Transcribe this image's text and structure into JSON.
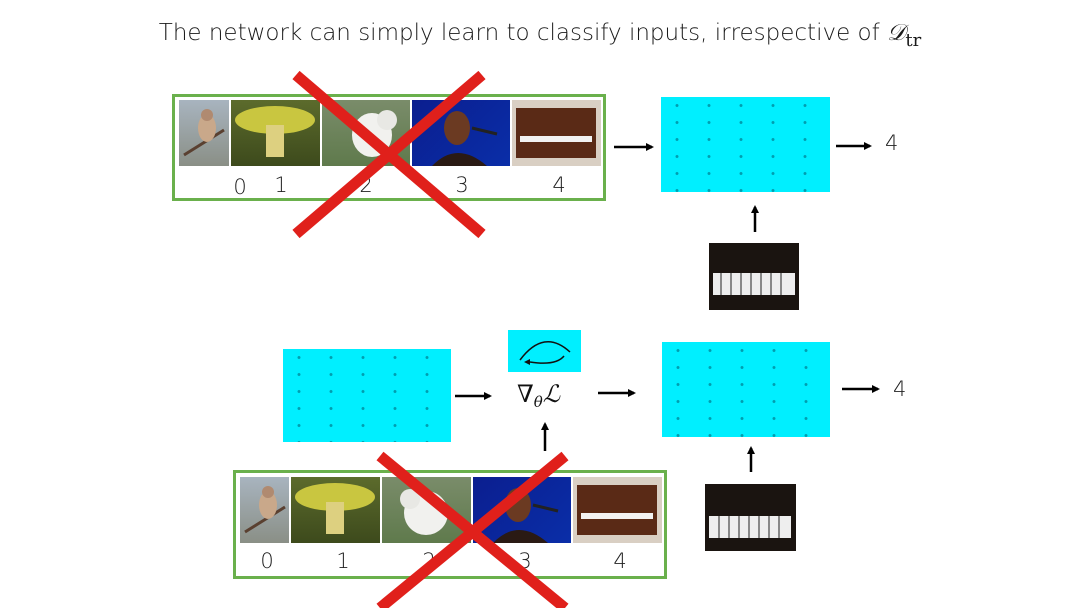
{
  "title": {
    "text": "The network can simply learn to classify inputs, irrespective of ",
    "math": "𝒟",
    "sub": "tr"
  },
  "top": {
    "labels": [
      "0",
      "1",
      "2",
      "3",
      "4"
    ],
    "output": "4"
  },
  "bottom": {
    "labels": [
      "0",
      "1",
      "2",
      "3",
      "4"
    ],
    "update_symbol": "∇",
    "update_sub": "θ",
    "update_loss": "ℒ",
    "output": "4"
  },
  "colors": {
    "frame": "#6ab04c",
    "network": "#00efff",
    "cross": "#e0201b"
  },
  "icons": [
    "bird-image",
    "mushroom-image",
    "dog-image",
    "singer-image",
    "piano-image",
    "query-piano-image",
    "loop-arrow-icon"
  ]
}
